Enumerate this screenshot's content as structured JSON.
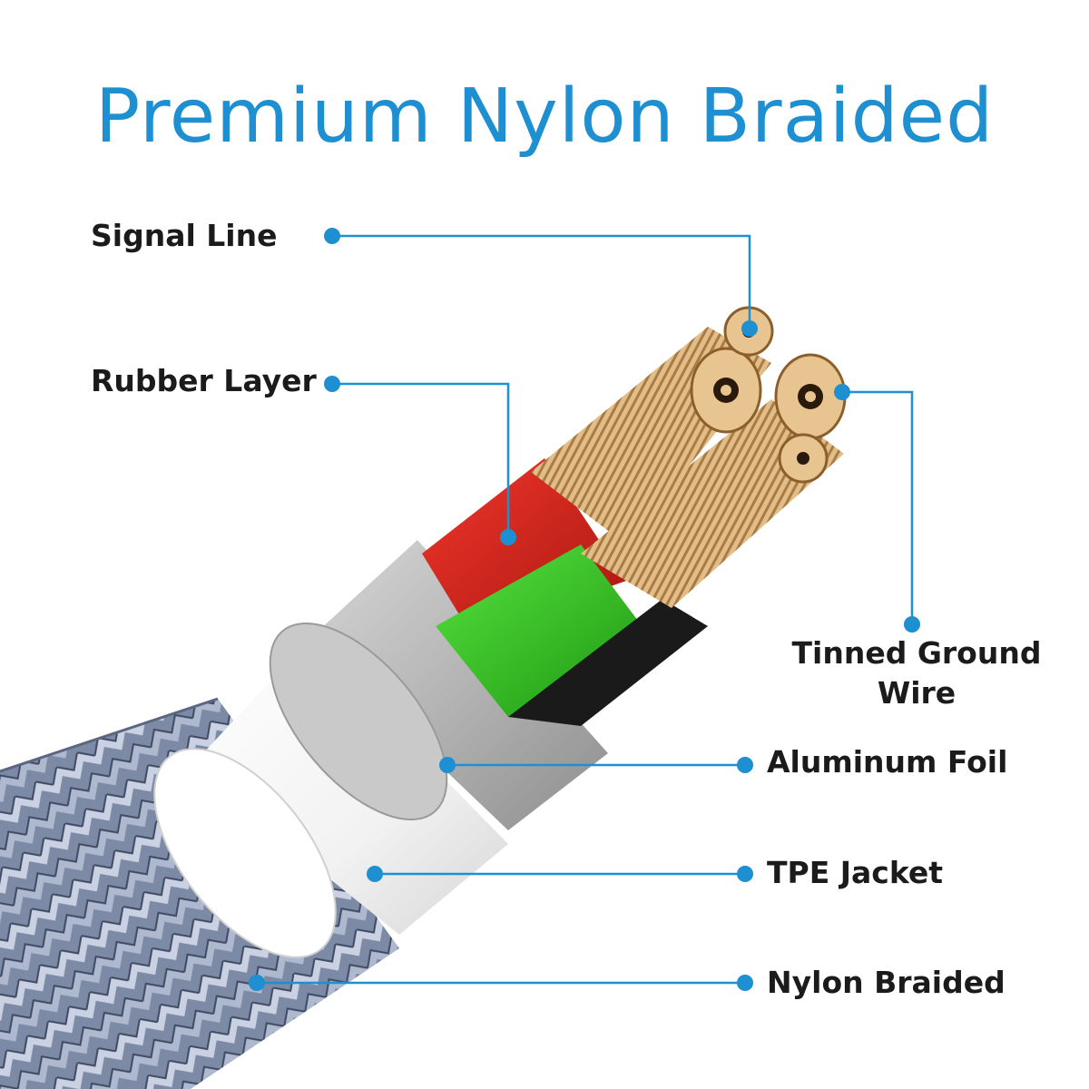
{
  "title": "Premium Nylon Braided",
  "accent_color": "#1e8fd0",
  "labels": {
    "signal_line": "Signal Line",
    "rubber_layer": "Rubber Layer",
    "tinned_ground_wire_line1": "Tinned Ground",
    "tinned_ground_wire_line2": "Wire",
    "aluminum_foil": "Aluminum Foil",
    "tpe_jacket": "TPE Jacket",
    "nylon_braided": "Nylon Braided"
  },
  "layer_colors": {
    "nylon_braid": "#8e9bb5",
    "tpe_jacket": "#f4f4f4",
    "aluminum_foil": "#b8b8b8",
    "rubber_red": "#d8231c",
    "rubber_green": "#2ec41a",
    "rubber_black": "#1a1a1a",
    "copper": "#d8b078"
  }
}
